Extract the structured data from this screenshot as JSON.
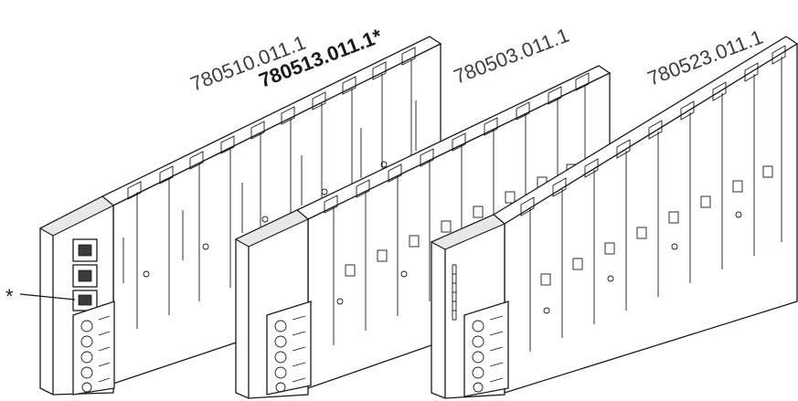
{
  "labels": {
    "module_1": "780510.011.1",
    "module_2": "780513.011.1*",
    "module_3": "780503.011.1",
    "module_4": "780523.011.1",
    "callout_marker": "*"
  }
}
